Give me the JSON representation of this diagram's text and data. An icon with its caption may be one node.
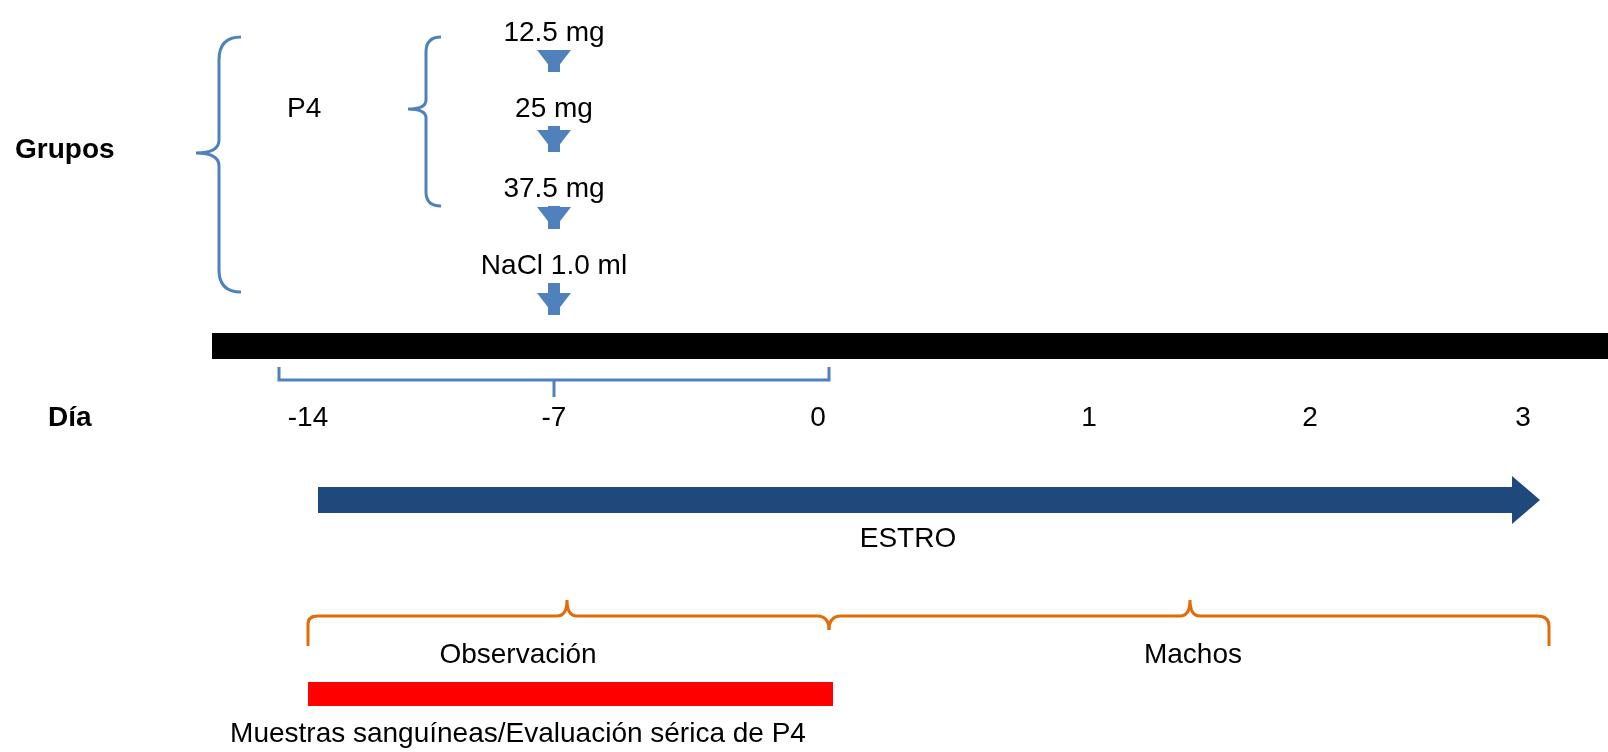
{
  "diagram": {
    "nodes": [
      {
        "text": [
          "12.5 mg"
        ]
      },
      {
        "text": [
          "25 mg"
        ]
      },
      {
        "text": [
          "37.5 mg"
        ]
      },
      {
        "text": [
          "NaCl 1.0 ml"
        ]
      },
      {
        "text": [],
        "shape": "bar"
      },
      {
        "text": [],
        "shape": "bar"
      }
    ],
    "edges": [
      {
        "from": 0,
        "to": 1,
        "arrow": "to"
      },
      {
        "from": 1,
        "to": 2,
        "arrow": "to"
      },
      {
        "from": 2,
        "to": 3,
        "arrow": "to"
      },
      {
        "from": 3,
        "to": 4,
        "arrow": "to"
      }
    ],
    "labels": [
      "Grupos",
      "P4",
      "Día",
      "-14",
      "-7",
      "0",
      "1",
      "2",
      "3",
      "ESTRO",
      "Observación",
      "Machos",
      "Muestras sanguíneas/Evaluación sérica de P4"
    ]
  }
}
